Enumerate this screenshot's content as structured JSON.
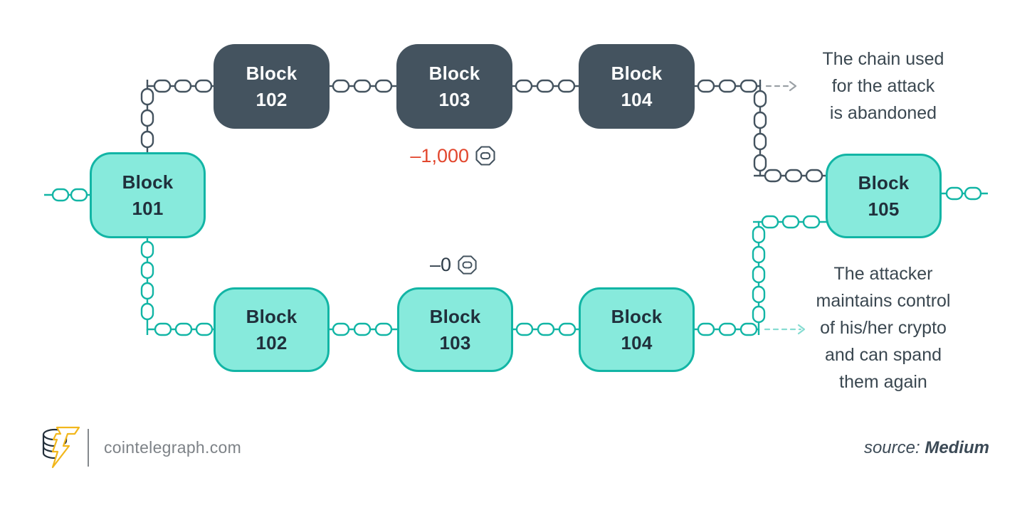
{
  "colors": {
    "dark_block": "#44535F",
    "teal_border": "#12B5A5",
    "teal_fill": "#87EADC",
    "arrow_gray": "#9AA0A5",
    "arrow_teal": "#86DCD1",
    "negative_red": "#E2472E",
    "annotation_text": "#3A4750",
    "footer_gray": "#7D8287",
    "logo_bolt_yellow": "#F2B71C"
  },
  "blocks": {
    "b101": {
      "line1": "Block",
      "line2": "101"
    },
    "attack": [
      {
        "line1": "Block",
        "line2": "102"
      },
      {
        "line1": "Block",
        "line2": "103"
      },
      {
        "line1": "Block",
        "line2": "104"
      }
    ],
    "honest": [
      {
        "line1": "Block",
        "line2": "102"
      },
      {
        "line1": "Block",
        "line2": "103"
      },
      {
        "line1": "Block",
        "line2": "104"
      }
    ],
    "b105": {
      "line1": "Block",
      "line2": "105"
    }
  },
  "labels": {
    "attack_amount": "–1,000",
    "honest_amount": "–0"
  },
  "annotations": {
    "abandoned": [
      "The chain used",
      "for the attack",
      "is abandoned"
    ],
    "control": [
      "The attacker",
      "maintains control",
      "of his/her crypto",
      "and can spand",
      "them again"
    ]
  },
  "icons": {
    "coin": "octagon-chain-link-coin",
    "logo": "cointelegraph-coin-lightning-bolt"
  },
  "footer": {
    "site": "cointelegraph.com",
    "source_label": "source:",
    "source_name": "Medium"
  }
}
